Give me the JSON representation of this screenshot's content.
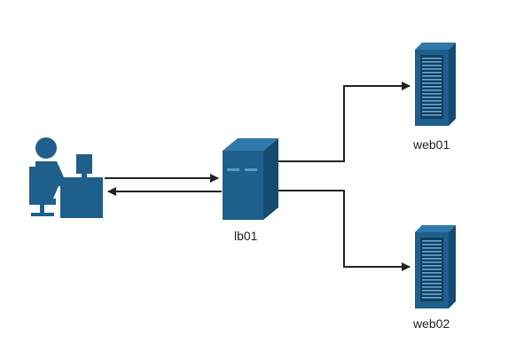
{
  "diagram": {
    "nodes": {
      "user": {
        "icon": "user-at-desk-icon"
      },
      "lb01": {
        "label": "lb01",
        "icon": "server-tower-icon"
      },
      "web01": {
        "label": "web01",
        "icon": "rack-server-icon"
      },
      "web02": {
        "label": "web02",
        "icon": "rack-server-icon"
      }
    },
    "edges": [
      {
        "from": "user",
        "to": "lb01"
      },
      {
        "from": "lb01",
        "to": "user"
      },
      {
        "from": "lb01",
        "to": "web01"
      },
      {
        "from": "lb01",
        "to": "web02"
      }
    ]
  },
  "colors": {
    "icon_fill": "#1f5f8c",
    "icon_dark": "#164a6e",
    "icon_light": "#2f78ab",
    "line": "#222222"
  }
}
